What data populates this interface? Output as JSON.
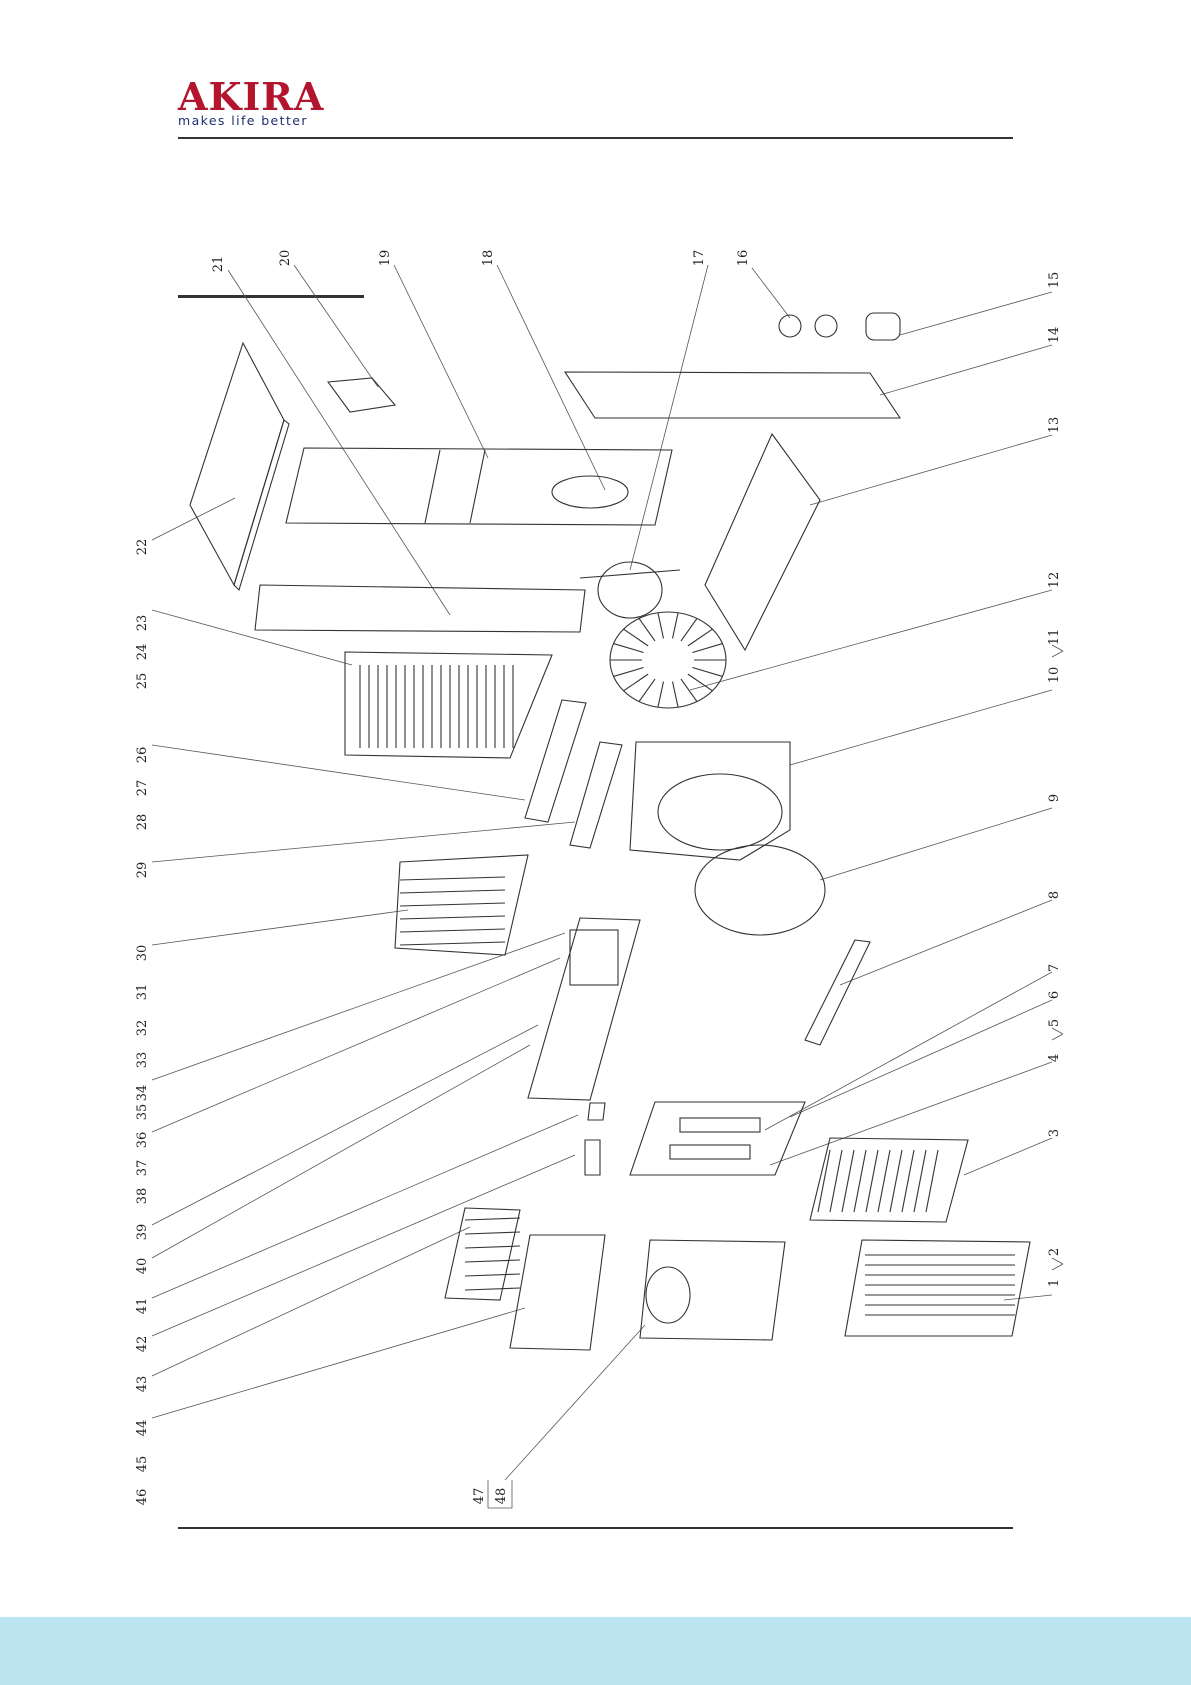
{
  "brand": {
    "name": "AKIRA",
    "tagline": "makes life better",
    "color": "#b3142e",
    "tagline_color": "#1f2f73"
  },
  "footer": {
    "band_color": "#bde4f1"
  },
  "diagram": {
    "type": "exploded-view parts diagram",
    "part_numbers": [
      "1",
      "2",
      "3",
      "4",
      "5",
      "6",
      "7",
      "8",
      "9",
      "10",
      "11",
      "12",
      "13",
      "14",
      "15",
      "16",
      "17",
      "18",
      "19",
      "20",
      "21",
      "22",
      "23",
      "24",
      "25",
      "26",
      "27",
      "28",
      "29",
      "30",
      "31",
      "32",
      "33",
      "34",
      "35",
      "36",
      "37",
      "38",
      "39",
      "40",
      "41",
      "42",
      "43",
      "44",
      "45",
      "46",
      "47",
      "48"
    ],
    "parts": [
      {
        "id": "front-grille",
        "label": "1"
      },
      {
        "id": "louver-grille",
        "label": "3"
      },
      {
        "id": "cover-plate",
        "label": "4"
      },
      {
        "id": "bracket",
        "label": "8"
      },
      {
        "id": "ring",
        "label": "9"
      },
      {
        "id": "volute",
        "label": "10"
      },
      {
        "id": "blower-wheel",
        "label": "12"
      },
      {
        "id": "back-frame",
        "label": "13"
      },
      {
        "id": "top-panel",
        "label": "14"
      },
      {
        "id": "grommet",
        "label": "15"
      },
      {
        "id": "washers",
        "label": "16"
      },
      {
        "id": "motor",
        "label": "17"
      },
      {
        "id": "motor-mount",
        "label": "18"
      },
      {
        "id": "chassis",
        "label": "19"
      },
      {
        "id": "bracket-small",
        "label": "20"
      },
      {
        "id": "side-channel",
        "label": "21"
      },
      {
        "id": "side-panel",
        "label": "22"
      },
      {
        "id": "evaporator",
        "label": "23"
      },
      {
        "id": "drain-rail",
        "label": "26"
      },
      {
        "id": "drain-tray",
        "label": "29"
      },
      {
        "id": "heater",
        "label": "30"
      },
      {
        "id": "control-box",
        "label": "33"
      },
      {
        "id": "relay",
        "label": "41"
      },
      {
        "id": "terminal",
        "label": "42"
      },
      {
        "id": "vanes",
        "label": "43"
      },
      {
        "id": "air-outlet",
        "label": "44"
      },
      {
        "id": "front-cover",
        "label": "47"
      }
    ]
  }
}
